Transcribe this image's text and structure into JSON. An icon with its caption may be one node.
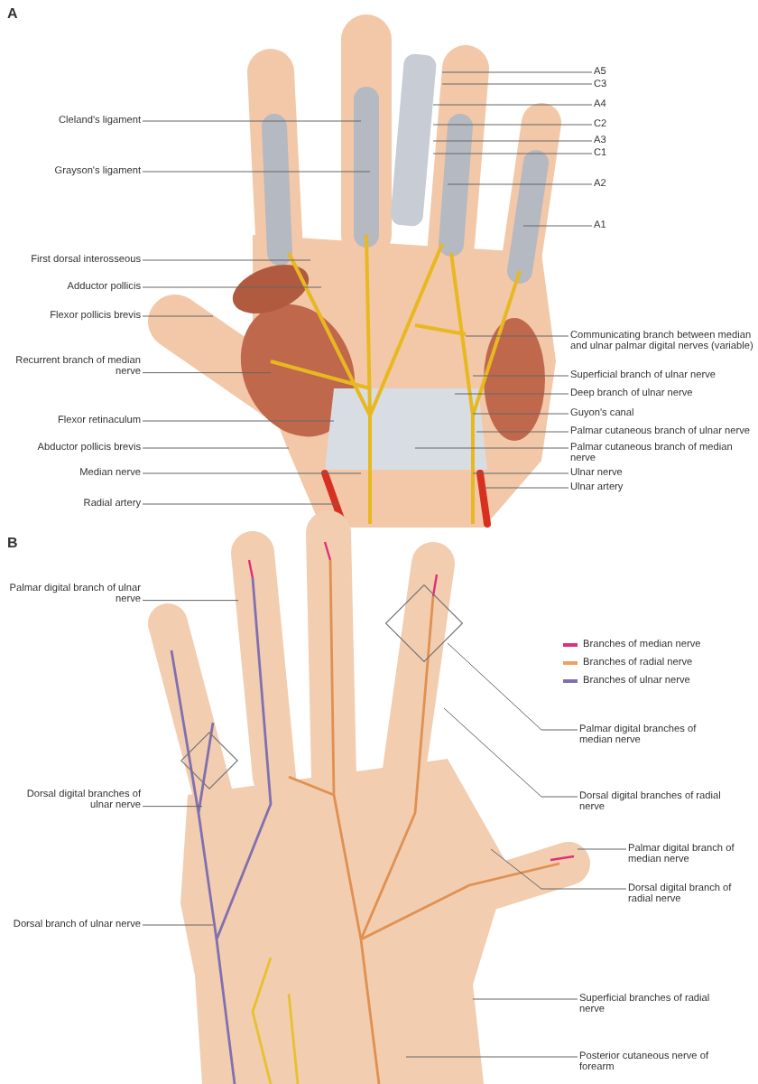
{
  "diagram": {
    "nodes": [
      {
        "text": [
          "Cleland's ligament"
        ]
      },
      {
        "text": [
          "Grayson's ligament"
        ]
      },
      {
        "text": [
          "First dorsal interosseous"
        ]
      },
      {
        "text": [
          "Adductor pollicis"
        ]
      },
      {
        "text": [
          "Flexor pollicis brevis"
        ]
      },
      {
        "text": [
          "Recurrent branch of median nerve"
        ]
      },
      {
        "text": [
          "Flexor retinaculum"
        ]
      },
      {
        "text": [
          "Abductor pollicis brevis"
        ]
      },
      {
        "text": [
          "Median nerve"
        ]
      },
      {
        "text": [
          "Radial artery"
        ]
      },
      {
        "text": [
          "A5"
        ]
      },
      {
        "text": [
          "C3"
        ]
      },
      {
        "text": [
          "A4"
        ]
      },
      {
        "text": [
          "C2"
        ]
      },
      {
        "text": [
          "A3"
        ]
      },
      {
        "text": [
          "C1"
        ]
      },
      {
        "text": [
          "A2"
        ]
      },
      {
        "text": [
          "A1"
        ]
      },
      {
        "text": [
          "Communicating branch between median and ulnar palmar digital nerves (variable)"
        ]
      },
      {
        "text": [
          "Superficial branch of ulnar nerve"
        ]
      },
      {
        "text": [
          "Deep branch of ulnar nerve"
        ]
      },
      {
        "text": [
          "Guyon's canal"
        ]
      },
      {
        "text": [
          "Palmar cutaneous branch of ulnar nerve"
        ]
      },
      {
        "text": [
          "Palmar cutaneous branch of median nerve"
        ]
      },
      {
        "text": [
          "Ulnar nerve"
        ]
      },
      {
        "text": [
          "Ulnar artery"
        ]
      },
      {
        "text": [
          "Palmar digital branch of ulnar nerve"
        ]
      },
      {
        "text": [
          "Dorsal digital branches of ulnar nerve"
        ]
      },
      {
        "text": [
          "Dorsal branch of ulnar nerve"
        ]
      },
      {
        "text": [
          "Palmar digital branches of median nerve"
        ]
      },
      {
        "text": [
          "Dorsal digital branches of radial nerve"
        ]
      },
      {
        "text": [
          "Palmar digital branch of median nerve"
        ]
      },
      {
        "text": [
          "Dorsal digital branch of radial nerve"
        ]
      },
      {
        "text": [
          "Superficial branches of radial nerve"
        ]
      },
      {
        "text": [
          "Posterior cutaneous nerve of forearm"
        ]
      }
    ],
    "edges": [
      {
        "from": 0,
        "to": null,
        "arrow": "none"
      },
      {
        "from": 1,
        "to": null,
        "arrow": "none"
      },
      {
        "from": 2,
        "to": null,
        "arrow": "none"
      },
      {
        "from": 3,
        "to": null,
        "arrow": "none"
      },
      {
        "from": 4,
        "to": null,
        "arrow": "none"
      },
      {
        "from": 5,
        "to": null,
        "arrow": "none"
      },
      {
        "from": 6,
        "to": null,
        "arrow": "none"
      },
      {
        "from": 7,
        "to": null,
        "arrow": "none"
      },
      {
        "from": 8,
        "to": null,
        "arrow": "none"
      },
      {
        "from": 9,
        "to": null,
        "arrow": "none"
      },
      {
        "from": 10,
        "to": null,
        "arrow": "none"
      },
      {
        "from": 11,
        "to": null,
        "arrow": "none"
      },
      {
        "from": 12,
        "to": null,
        "arrow": "none"
      },
      {
        "from": 13,
        "to": null,
        "arrow": "none"
      },
      {
        "from": 14,
        "to": null,
        "arrow": "none"
      },
      {
        "from": 15,
        "to": null,
        "arrow": "none"
      },
      {
        "from": 16,
        "to": null,
        "arrow": "none"
      },
      {
        "from": 17,
        "to": null,
        "arrow": "none"
      },
      {
        "from": 18,
        "to": null,
        "arrow": "none"
      },
      {
        "from": 19,
        "to": null,
        "arrow": "none"
      },
      {
        "from": 20,
        "to": null,
        "arrow": "none"
      },
      {
        "from": 21,
        "to": null,
        "arrow": "none"
      },
      {
        "from": 22,
        "to": null,
        "arrow": "none"
      },
      {
        "from": 23,
        "to": null,
        "arrow": "none"
      },
      {
        "from": 24,
        "to": null,
        "arrow": "none"
      },
      {
        "from": 25,
        "to": null,
        "arrow": "none"
      },
      {
        "from": 26,
        "to": null,
        "arrow": "none"
      },
      {
        "from": 27,
        "to": null,
        "arrow": "none"
      },
      {
        "from": 28,
        "to": null,
        "arrow": "none"
      },
      {
        "from": 29,
        "to": null,
        "arrow": "none"
      },
      {
        "from": 30,
        "to": null,
        "arrow": "none"
      },
      {
        "from": 31,
        "to": null,
        "arrow": "none"
      },
      {
        "from": 32,
        "to": null,
        "arrow": "none"
      },
      {
        "from": 33,
        "to": null,
        "arrow": "none"
      },
      {
        "from": 34,
        "to": null,
        "arrow": "none"
      }
    ],
    "labels": [
      "A",
      "B"
    ],
    "legend": [
      {
        "text": "Branches of median nerve",
        "color": "#e0307a"
      },
      {
        "text": "Branches of radial nerve",
        "color": "#f0a060"
      },
      {
        "text": "Branches of ulnar nerve",
        "color": "#8070b0"
      }
    ]
  }
}
